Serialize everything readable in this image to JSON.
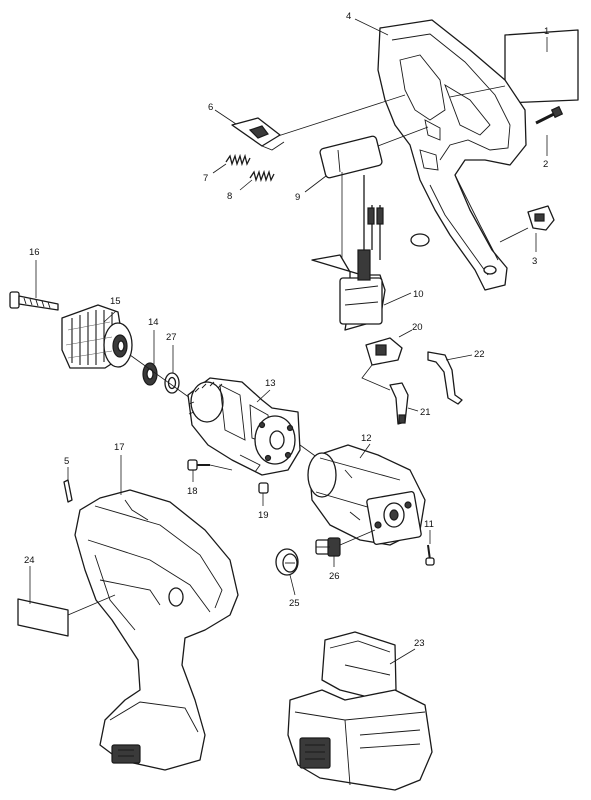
{
  "parts": [
    {
      "num": "1"
    },
    {
      "num": "2"
    },
    {
      "num": "3"
    },
    {
      "num": "4"
    },
    {
      "num": "5"
    },
    {
      "num": "6"
    },
    {
      "num": "7"
    },
    {
      "num": "8"
    },
    {
      "num": "9"
    },
    {
      "num": "10"
    },
    {
      "num": "11"
    },
    {
      "num": "12"
    },
    {
      "num": "13"
    },
    {
      "num": "14"
    },
    {
      "num": "15"
    },
    {
      "num": "16"
    },
    {
      "num": "17"
    },
    {
      "num": "18"
    },
    {
      "num": "19"
    },
    {
      "num": "20"
    },
    {
      "num": "21"
    },
    {
      "num": "22"
    },
    {
      "num": "23"
    },
    {
      "num": "24"
    },
    {
      "num": "25"
    },
    {
      "num": "26"
    },
    {
      "num": "27"
    }
  ]
}
